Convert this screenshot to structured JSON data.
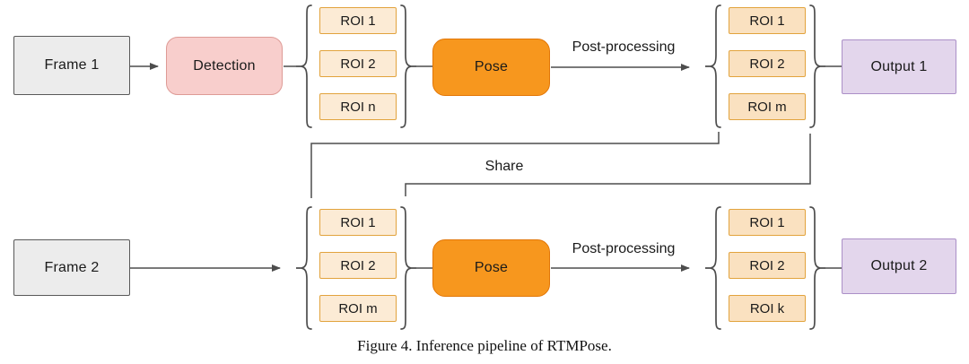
{
  "diagram": {
    "row1": {
      "frame_label": "Frame 1",
      "detection_label": "Detection",
      "rois_in": [
        "ROI 1",
        "ROI 2",
        "ROI n"
      ],
      "pose_label": "Pose",
      "post_processing_label": "Post-processing",
      "rois_out": [
        "ROI 1",
        "ROI 2",
        "ROI m"
      ],
      "output_label": "Output 1"
    },
    "row2": {
      "frame_label": "Frame 2",
      "rois_in": [
        "ROI 1",
        "ROI 2",
        "ROI m"
      ],
      "pose_label": "Pose",
      "post_processing_label": "Post-processing",
      "rois_out": [
        "ROI 1",
        "ROI 2",
        "ROI k"
      ],
      "output_label": "Output 2"
    },
    "share_label": "Share",
    "caption": "Figure 4. Inference pipeline of RTMPose."
  },
  "colors": {
    "canvas_bg": "#ffffff",
    "frame_fill": "#ececec",
    "frame_stroke": "#595959",
    "detection_fill": "#f8cecc",
    "detection_stroke": "#de9b96",
    "roi_light_fill": "#fcebd5",
    "roi_dark_fill": "#fae1c0",
    "roi_stroke": "#e2a33d",
    "pose_fill": "#f7971e",
    "pose_stroke": "#e27607",
    "output_fill": "#e3d6ec",
    "output_stroke": "#ab8fc7",
    "line": "#4d4d4d",
    "text": "#1a1a1a"
  }
}
